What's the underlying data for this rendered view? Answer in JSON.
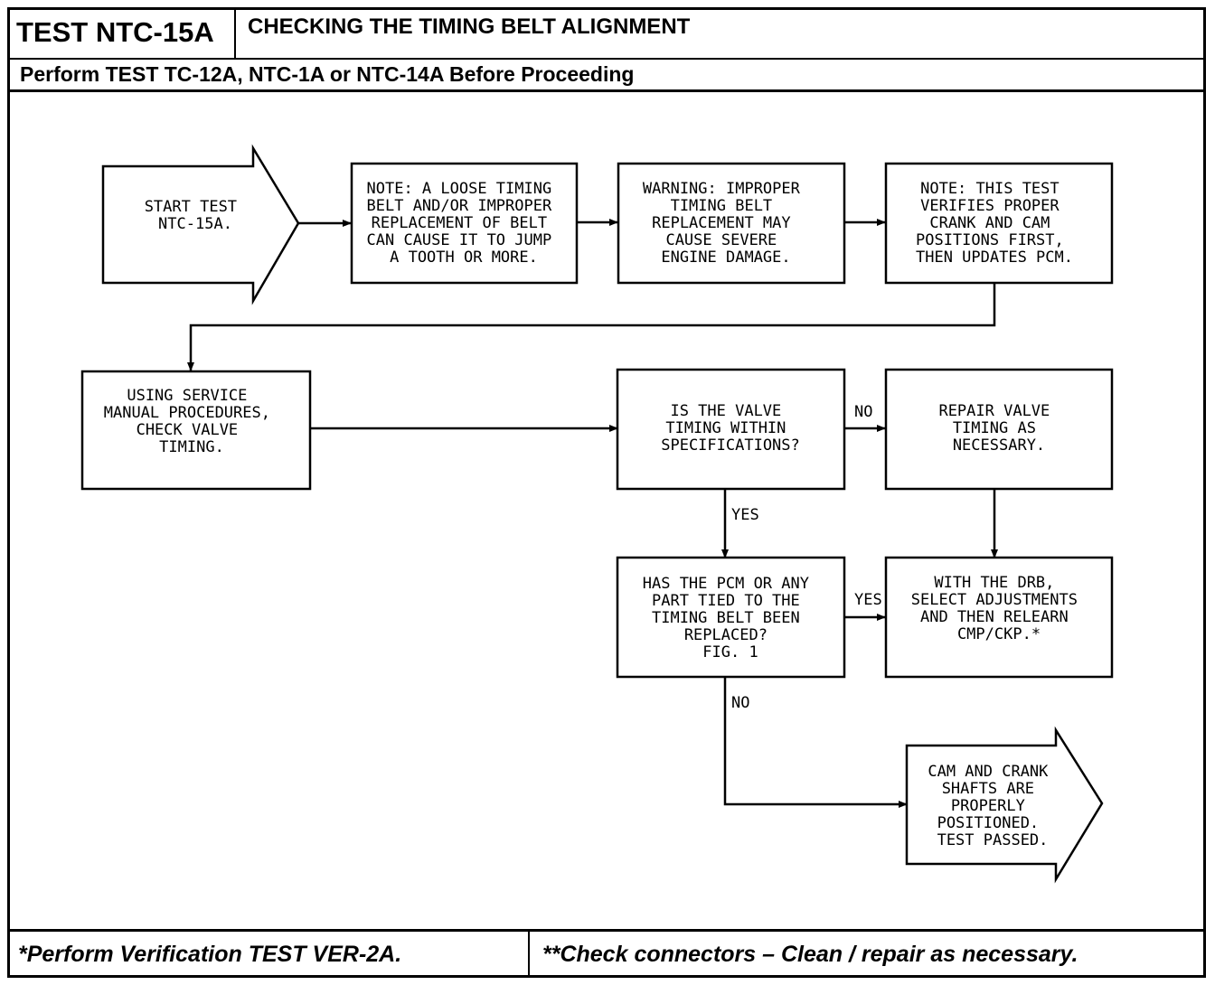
{
  "header": {
    "test_id": "TEST NTC-15A",
    "title": "CHECKING THE TIMING BELT ALIGNMENT",
    "prerequisite": "Perform TEST TC-12A, NTC-1A or NTC-14A Before Proceeding"
  },
  "flow": {
    "start": [
      "START TEST",
      "NTC-15A."
    ],
    "note_belt": [
      "NOTE: A LOOSE TIMING",
      "BELT AND/OR IMPROPER",
      "REPLACEMENT OF BELT",
      "CAN CAUSE IT TO JUMP",
      "A TOOTH OR MORE."
    ],
    "warning": [
      "WARNING: IMPROPER",
      "TIMING BELT",
      "REPLACEMENT MAY",
      "CAUSE SEVERE",
      "ENGINE DAMAGE."
    ],
    "note_test": [
      "NOTE: THIS TEST",
      "VERIFIES PROPER",
      "CRANK AND CAM",
      "POSITIONS FIRST,",
      "THEN UPDATES PCM."
    ],
    "check_valve": [
      "USING SERVICE",
      "MANUAL PROCEDURES,",
      "CHECK VALVE",
      "TIMING."
    ],
    "question_valve": [
      "IS THE VALVE",
      "TIMING WITHIN",
      "SPECIFICATIONS?"
    ],
    "repair_valve": [
      "REPAIR VALVE",
      "TIMING AS",
      "NECESSARY."
    ],
    "question_pcm": [
      "HAS THE PCM OR ANY",
      "PART TIED TO THE",
      "TIMING BELT BEEN",
      "REPLACED?",
      "FIG. 1"
    ],
    "relearn": [
      "WITH THE DRB,",
      "SELECT ADJUSTMENTS",
      "AND THEN RELEARN",
      "CMP/CKP.*"
    ],
    "end": [
      "CAM AND CRANK",
      "SHAFTS ARE",
      "PROPERLY",
      "POSITIONED.",
      "TEST PASSED."
    ],
    "labels": {
      "no_1": "NO",
      "yes_1": "YES",
      "yes_2": "YES",
      "no_2": "NO"
    }
  },
  "footer": {
    "left": "*Perform Verification TEST VER-2A.",
    "right": "**Check connectors – Clean / repair as necessary."
  }
}
